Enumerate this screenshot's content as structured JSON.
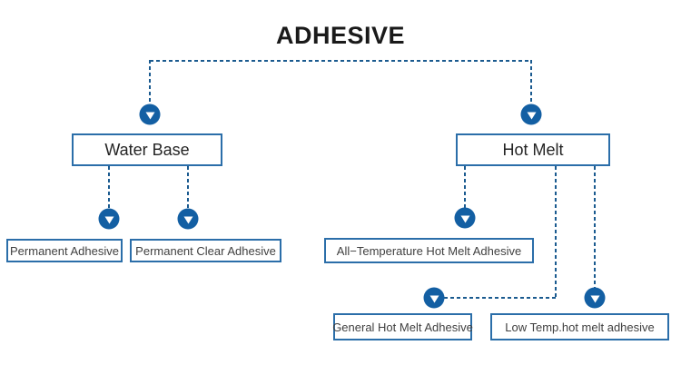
{
  "diagram": {
    "title": "ADHESIVE",
    "hierarchy": {
      "children": [
        {
          "label": "Water Base",
          "children": [
            "Permanent Adhesive",
            "Permanent Clear Adhesive"
          ]
        },
        {
          "label": "Hot Melt",
          "children": [
            "All−Temperature Hot Melt Adhesive",
            "General Hot Melt Adhesive",
            "Low Temp.hot melt adhesive"
          ]
        }
      ]
    },
    "icons": {
      "connector_marker": "arrow-down-icon"
    },
    "colors": {
      "box_border": "#2B6EA9",
      "line": "#1A5A8F",
      "arrow": "#135FA3",
      "title_text": "#1A1A1A",
      "node_text": "#242424",
      "leaf_text": "#404040"
    }
  }
}
